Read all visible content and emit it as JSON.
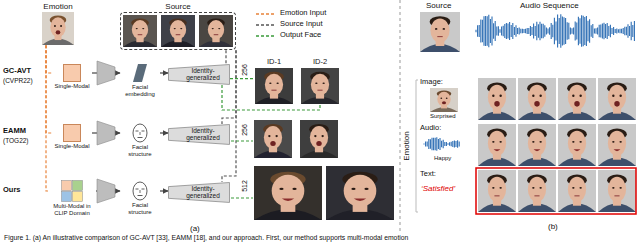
{
  "diagram": {
    "caption": "Figure 1. (a) An illustrative comparison of GC-AVT [33], EAMM [18], and our approach. First, our method supports multi-modal emotion",
    "nodes": [
      {
        "text": [
          "Emotion"
        ]
      },
      {
        "text": [
          "Source"
        ]
      },
      {
        "text": [
          "Single-Modal"
        ]
      },
      {
        "text": [
          "Facial embedding"
        ]
      },
      {
        "text": [
          "Identity-generalized"
        ]
      },
      {
        "text": [
          "ID-1"
        ]
      },
      {
        "text": [
          "ID-2"
        ]
      },
      {
        "text": [
          "Single-Modal"
        ]
      },
      {
        "text": [
          "Facial structure"
        ]
      },
      {
        "text": [
          "Identity-generalized"
        ]
      },
      {
        "text": [
          "Multi-Modal in CLIP Domain"
        ]
      },
      {
        "text": [
          "Facial structure"
        ]
      },
      {
        "text": [
          "Identity-generalized"
        ]
      }
    ],
    "edges": [
      {
        "from": 0,
        "to": 2,
        "arrow": "none"
      },
      {
        "from": 0,
        "to": 7,
        "arrow": "none"
      },
      {
        "from": 0,
        "to": 10,
        "arrow": "none"
      },
      {
        "from": 1,
        "to": 4,
        "arrow": "none"
      },
      {
        "from": 1,
        "to": 9,
        "arrow": "none"
      },
      {
        "from": 1,
        "to": 12,
        "arrow": "none"
      },
      {
        "from": 2,
        "to": 3,
        "arrow": "to"
      },
      {
        "from": 3,
        "to": 4,
        "arrow": "to"
      },
      {
        "from": 4,
        "to": 5,
        "arrow": "none"
      },
      {
        "from": 4,
        "to": 6,
        "arrow": "none"
      },
      {
        "from": 7,
        "to": 8,
        "arrow": "to"
      },
      {
        "from": 8,
        "to": 9,
        "arrow": "to"
      },
      {
        "from": 10,
        "to": 11,
        "arrow": "to"
      },
      {
        "from": 11,
        "to": 12,
        "arrow": "to"
      }
    ],
    "labels": [
      "GC-AVT",
      "(CVPR22)",
      "256",
      "EAMM",
      "(TOG22)",
      "256",
      "Ours",
      "512",
      "(a)",
      "Source",
      "Audio Sequence",
      "Emotion",
      "Image:",
      "Surprised",
      "Audio:",
      "Happy",
      "Text:",
      "‘Satisfied’",
      "(b)"
    ],
    "legend": [
      {
        "text": "Emotion Input"
      },
      {
        "text": "Source Input"
      },
      {
        "text": "Output Face"
      }
    ]
  }
}
